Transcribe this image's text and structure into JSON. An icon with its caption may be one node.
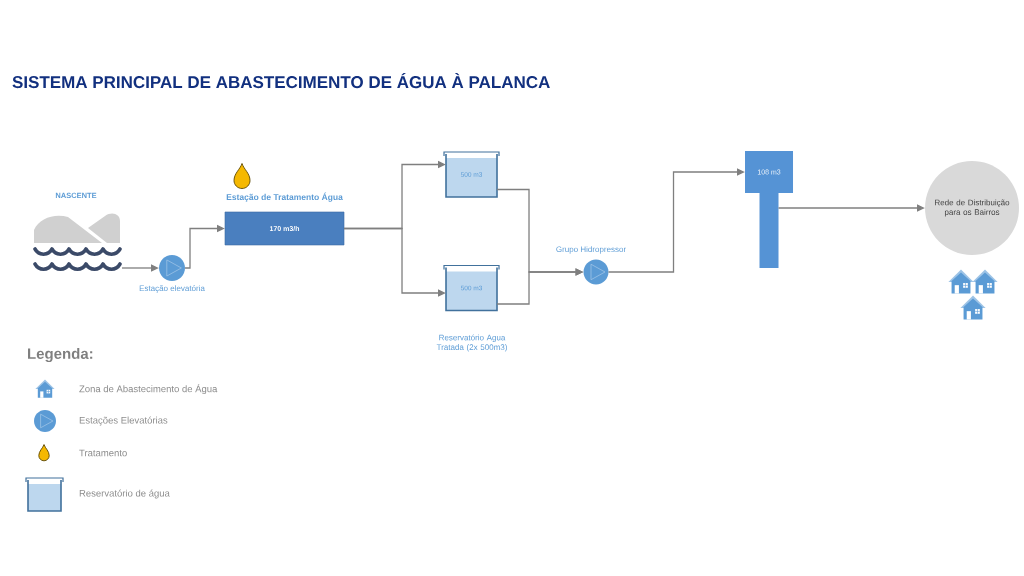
{
  "diagram": {
    "title": "SISTEMA PRINCIPAL DE ABASTECIMENTO DE ÁGUA À PALANCA",
    "nodes": [
      {
        "text": [
          "NASCENTE"
        ]
      },
      {
        "text": [],
        "shape": "circle",
        "beside": [
          "Estação elevatória"
        ]
      },
      {
        "text": [
          "Estação de Tratamento Água",
          "170 m3/h"
        ]
      },
      {
        "text": [
          "500 m3"
        ]
      },
      {
        "text": [
          "500 m3"
        ]
      },
      {
        "text": [],
        "shape": "circle",
        "beside": [
          "Grupo Hidropressor"
        ]
      },
      {
        "text": [
          "108 m3"
        ]
      },
      {
        "text": [
          "Rede de Distribuição para os Bairros"
        ]
      }
    ],
    "edges": [
      {
        "from": 0,
        "to": 1,
        "arrow": "to"
      },
      {
        "from": 1,
        "to": 2,
        "arrow": "to"
      },
      {
        "from": 2,
        "to": 3,
        "arrow": "to"
      },
      {
        "from": 2,
        "to": 4,
        "arrow": "to"
      },
      {
        "from": 3,
        "to": 5,
        "arrow": "to"
      },
      {
        "from": 4,
        "to": 5,
        "arrow": "to"
      },
      {
        "from": 5,
        "to": 6,
        "arrow": "to"
      },
      {
        "from": 6,
        "to": 7,
        "arrow": "to"
      }
    ],
    "labels": [
      "Reservatório Agua Tratada (2x 500m3)",
      "Legenda:"
    ],
    "legend": [
      {
        "text": "Zona de Abastecimento de Água"
      },
      {
        "text": "Estações Elevatórias"
      },
      {
        "text": "Tratamento"
      },
      {
        "text": "Reservatório de água"
      }
    ]
  }
}
